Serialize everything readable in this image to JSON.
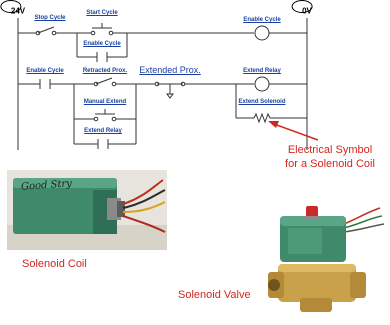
{
  "ladder": {
    "left_rail": "24V",
    "right_rail": "0V",
    "labels": {
      "stop_cycle": "Stop Cycle",
      "start_cycle": "Start Cycle",
      "enable_cycle_top": "Enable Cycle",
      "enable_cycle_branch": "Enable Cycle",
      "enable_cycle_left": "Enable Cycle",
      "retracted_prox": "Retracted Prox.",
      "extended_prox": "Extended Prox.",
      "extend_relay_coil": "Extend Relay",
      "extend_solenoid": "Extend Solenoid",
      "manual_extend": "Manual Extend",
      "extend_relay_branch": "Extend Relay"
    }
  },
  "callout": {
    "line1": "Electrical Symbol",
    "line2": "for a Solenoid Coil"
  },
  "photo_handwriting": "Good Stry",
  "captions": {
    "solenoid_coil": "Solenoid Coil",
    "solenoid_valve": "Solenoid Valve"
  },
  "colors": {
    "wire": "#333333",
    "label_blue": "#1a3fa0",
    "callout_red": "#d2271f",
    "coil_green": "#3f8a6b",
    "brass": "#c9a14a"
  }
}
